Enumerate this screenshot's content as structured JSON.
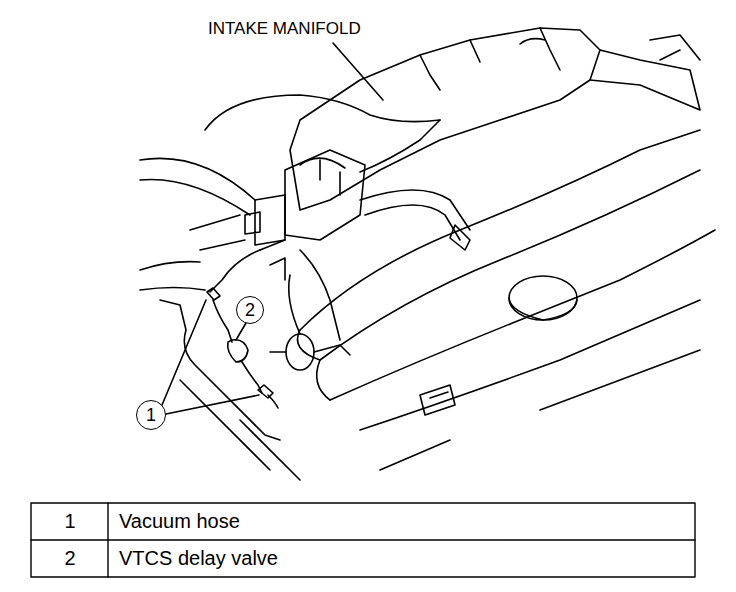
{
  "diagram": {
    "nodes": [
      {
        "text": [
          "2"
        ]
      },
      {
        "text": [
          "1"
        ]
      }
    ],
    "labels": [
      "INTAKE MANIFOLD",
      "1",
      "Vacuum hose",
      "2",
      "VTCS delay valve"
    ]
  }
}
